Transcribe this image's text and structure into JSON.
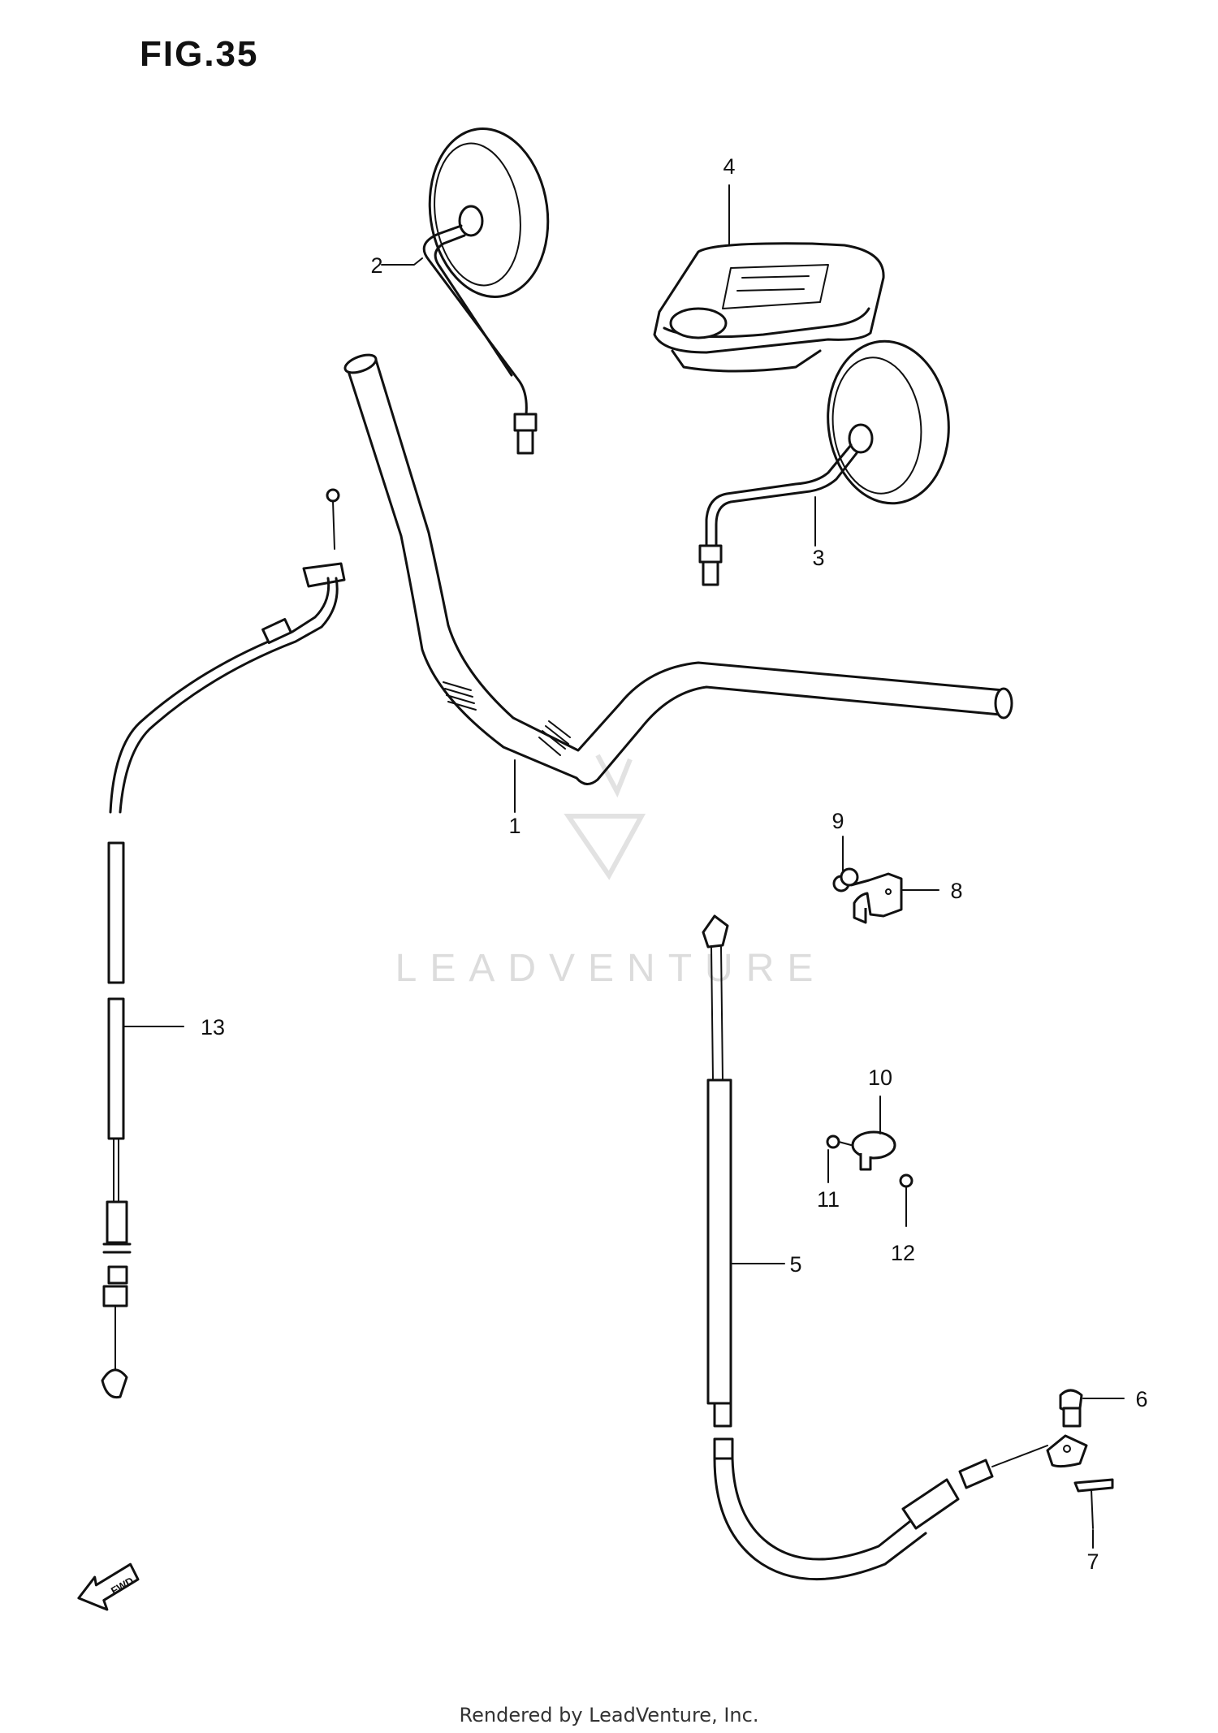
{
  "figure": {
    "title": "FIG.35"
  },
  "callouts": [
    "1",
    "2",
    "3",
    "4",
    "5",
    "6",
    "7",
    "8",
    "9",
    "10",
    "11",
    "12",
    "13"
  ],
  "direction_mark": "FWD",
  "watermark": "LEADVENTURE",
  "footer": "Rendered by LeadVenture, Inc."
}
